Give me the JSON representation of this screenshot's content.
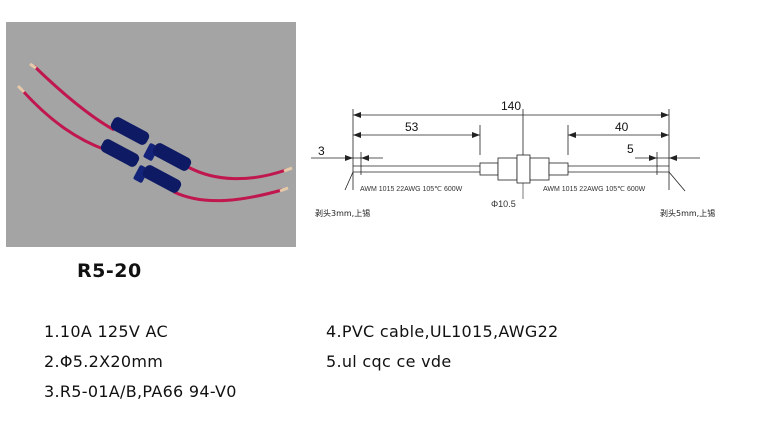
{
  "product": {
    "model": "R5-20"
  },
  "diagram": {
    "overall_length": "140",
    "left_length": "53",
    "right_length": "40",
    "left_strip": "3",
    "right_strip": "5",
    "diameter": "Φ10.5",
    "left_cable_spec": "AWM 1015 22AWG 105℃ 600W",
    "right_cable_spec": "AWM 1015 22AWG 105℃ 600W",
    "left_strip_note": "剥头3mm,上锡",
    "right_strip_note": "剥头5mm,上锡"
  },
  "specs": [
    "1.10A 125V AC",
    "2.Φ5.2X20mm",
    "3.R5-01A/B,PA66 94-V0",
    "4.PVC cable,UL1015,AWG22",
    "5.ul cqc ce vde"
  ],
  "colors": {
    "photo_background": "#a4a4a4",
    "wire": "#c0174e",
    "holder": "#0e1a63"
  }
}
